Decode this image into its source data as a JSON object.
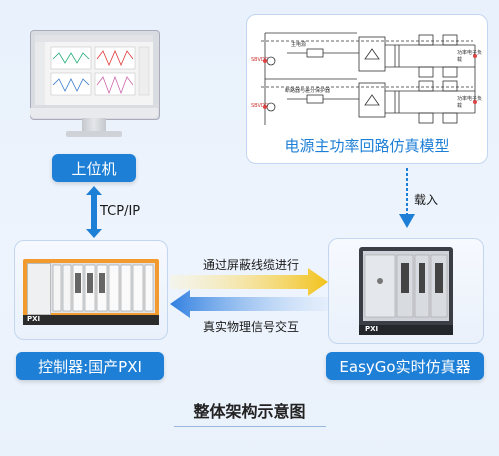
{
  "top_right": {
    "schematic_title": "电源主功率回路仿真模型",
    "labels": {
      "left_1": "SBVDC",
      "left_2": "SBVDC",
      "mid_1": "主电源",
      "mid_2": "断路器与差分保护器",
      "right_1": "功率电子负载",
      "right_2": "功率电子负载"
    }
  },
  "left_top": {
    "label": "上位机"
  },
  "link_vertical": {
    "label": "TCP/IP"
  },
  "link_right": {
    "label": "载入"
  },
  "controller": {
    "label": "控制器:国产PXI",
    "brand_tag": "PXI"
  },
  "simulator": {
    "label": "EasyGo实时仿真器",
    "brand_tag": "PXI"
  },
  "arrows": {
    "to_right": "通过屏蔽线缆进行",
    "to_left": "真实物理信号交互"
  },
  "footer": {
    "title": "整体架构示意图"
  },
  "colors": {
    "accent_blue": "#1e7fd6",
    "arrow_yellow": "#f2c21b",
    "arrow_blue": "#2f7fe0",
    "schematic_title": "#1e7fd6"
  }
}
